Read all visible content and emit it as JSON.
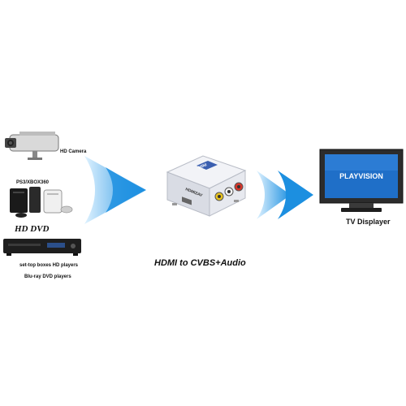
{
  "sources": {
    "camera_label": "HD Camera",
    "console_label": "PS3/XBOX360",
    "hddvd_logo": "HD DVD",
    "settop_label": "set-top boxes  HD players",
    "bluray_label": "Blu-ray DVD players"
  },
  "converter": {
    "label_top": "MINI",
    "label_side": "HDMI2AV"
  },
  "caption": "HDMI to CVBS+Audio",
  "tv": {
    "screen_text": "PLAYVISION",
    "label": "TV Displayer"
  },
  "colors": {
    "arrow_blue": "#1c8fe0",
    "tv_screen": "#1f6fc8",
    "converter_body": "#e7e9ef"
  }
}
